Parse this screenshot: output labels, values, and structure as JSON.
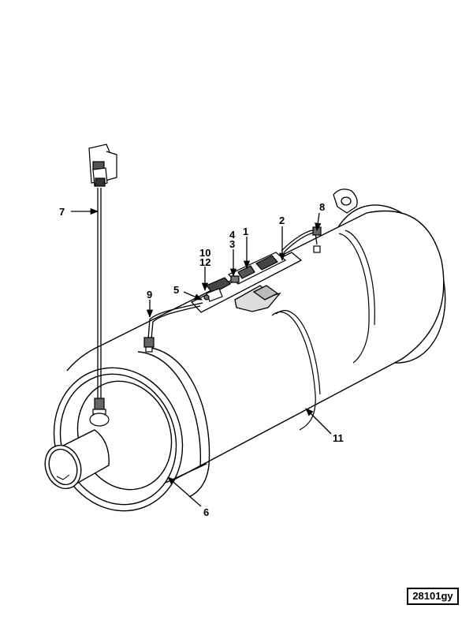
{
  "callouts": {
    "c1": "1",
    "c2": "2",
    "c3": "3",
    "c4": "4",
    "c5": "5",
    "c6": "6",
    "c7": "7",
    "c8": "8",
    "c9": "9",
    "c10": "10",
    "c11": "11",
    "c12": "12"
  },
  "figure_id": "28101gy"
}
